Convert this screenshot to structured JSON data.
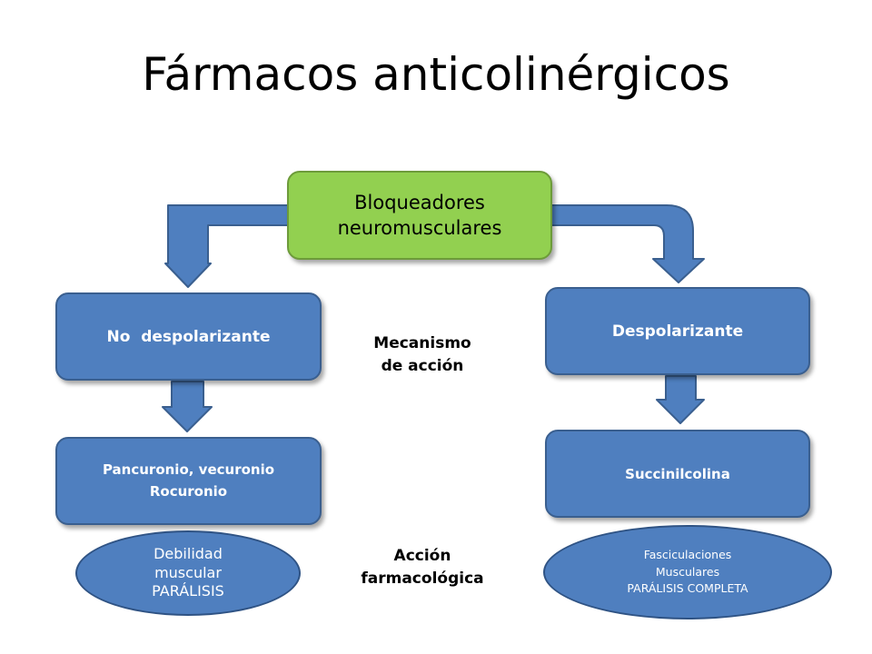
{
  "title": "Fármacos anticolinérgicos",
  "colors": {
    "root_fill": "#92d050",
    "node_fill": "#4f7fbf",
    "node_border": "#3a5f8f",
    "text_light": "#ffffff",
    "text_dark": "#000000"
  },
  "root": {
    "lines": [
      "Bloqueadores",
      "neuromusculares"
    ]
  },
  "left_branch": {
    "type_label": "No  despolarizante",
    "drugs": [
      "Pancuronio, vecuronio",
      "Rocuronio"
    ],
    "effect": [
      "Debilidad",
      "muscular",
      "PARÁLISIS"
    ]
  },
  "right_branch": {
    "type_label": "Despolarizante",
    "drugs": [
      "Succinilcolina"
    ],
    "effect": [
      "Fasciculaciones",
      "Musculares",
      "PARÁLISIS COMPLETA"
    ]
  },
  "center_labels": {
    "mechanism": [
      "Mecanismo",
      "de acción"
    ],
    "action": [
      "Acción",
      "farmacológica"
    ]
  }
}
